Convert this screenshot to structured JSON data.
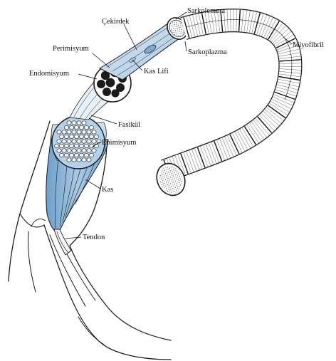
{
  "labels": {
    "sarkolemma": "Sarkolemma",
    "cekirdek": "Çekirdek",
    "perimisyum": "Perimisyum",
    "sarkoplazma": "Sarkoplazma",
    "miyofibril": "Miyofibril",
    "endomisyum": "Endomisyum",
    "kas_lifi": "Kas Lifi",
    "fasikul": "Fasikül",
    "epimisyum": "Epimisyum",
    "kas": "Kas",
    "tendon": "Tendon"
  },
  "colors": {
    "muscle_blue": "#8db8dc",
    "fiber_blue": "#c6dced",
    "ink": "#1a1a1a"
  }
}
